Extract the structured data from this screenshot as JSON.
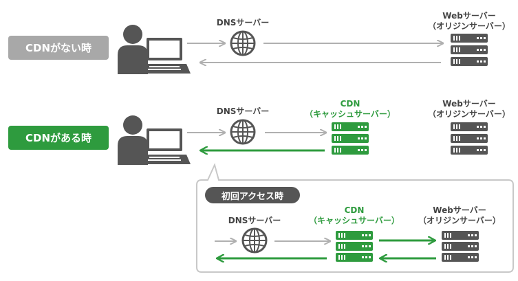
{
  "sections": {
    "without_cdn": {
      "badge": "CDNがない時",
      "dns_label": "DNSサーバー",
      "web_label_1": "Webサーバー",
      "web_label_2": "（オリジンサーバー）"
    },
    "with_cdn": {
      "badge": "CDNがある時",
      "dns_label": "DNSサーバー",
      "cdn_label_1": "CDN",
      "cdn_label_2": "（キャッシュサーバー）",
      "web_label_1": "Webサーバー",
      "web_label_2": "（オリジンサーバー）"
    },
    "first_access": {
      "badge": "初回アクセス時",
      "dns_label": "DNSサーバー",
      "cdn_label_1": "CDN",
      "cdn_label_2": "（キャッシュサーバー）",
      "web_label_1": "Webサーバー",
      "web_label_2": "（オリジンサーバー）"
    }
  },
  "colors": {
    "gray_badge": "#a8a8a8",
    "green": "#2e9b3e",
    "dark": "#555555",
    "arrow_gray": "#b0b0b0"
  },
  "icons": [
    "user-icon",
    "laptop-icon",
    "globe-icon",
    "server-icon"
  ]
}
